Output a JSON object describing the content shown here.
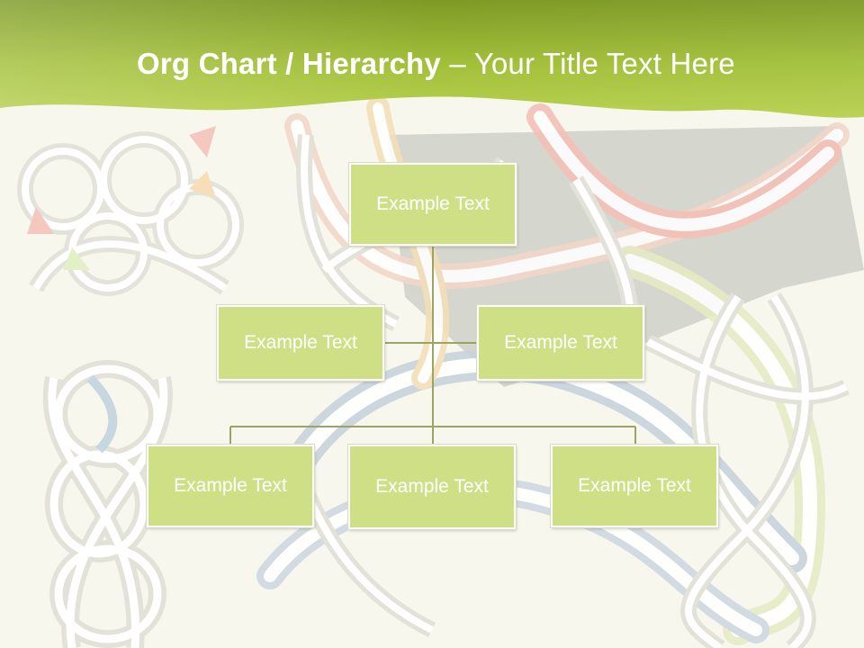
{
  "slide": {
    "title_bold": "Org Chart / Hierarchy",
    "title_dash": " – ",
    "title_rest": "Your Title Text Here"
  },
  "org_chart": {
    "root": "Example Text",
    "level2": [
      "Example Text",
      "Example Text"
    ],
    "level3": [
      "Example Text",
      "Example Text",
      "Example Text"
    ]
  },
  "colors": {
    "header_green": "#a4c234",
    "node_fill": "#cfdf86",
    "connector": "#9aa561",
    "background": "#f8f7ee"
  },
  "background_art": "celtic-knot-pattern"
}
